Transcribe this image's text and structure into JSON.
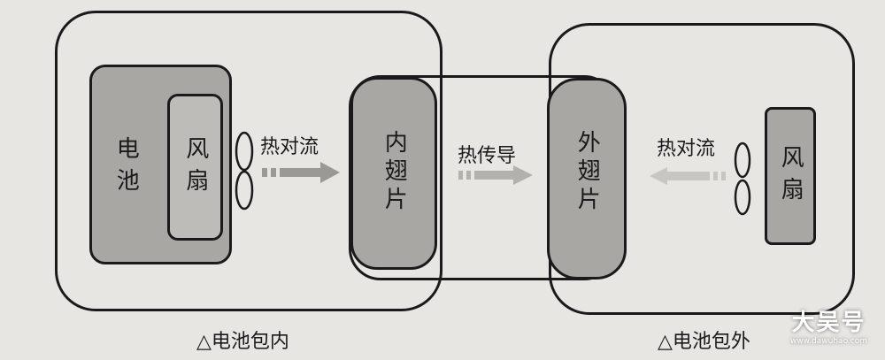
{
  "left_group": {
    "battery_label": "电池",
    "fan_label": "风扇",
    "caption": "△电池包内"
  },
  "center": {
    "inner_fin_label": "内翅片",
    "outer_fin_label": "外翅片"
  },
  "right_group": {
    "fan_label": "风扇",
    "caption": "△电池包外"
  },
  "flows": {
    "left": "热对流",
    "middle": "热传导",
    "right": "热对流"
  },
  "watermark": {
    "main": "大吴号",
    "sub": "www.dawuhao.com"
  }
}
